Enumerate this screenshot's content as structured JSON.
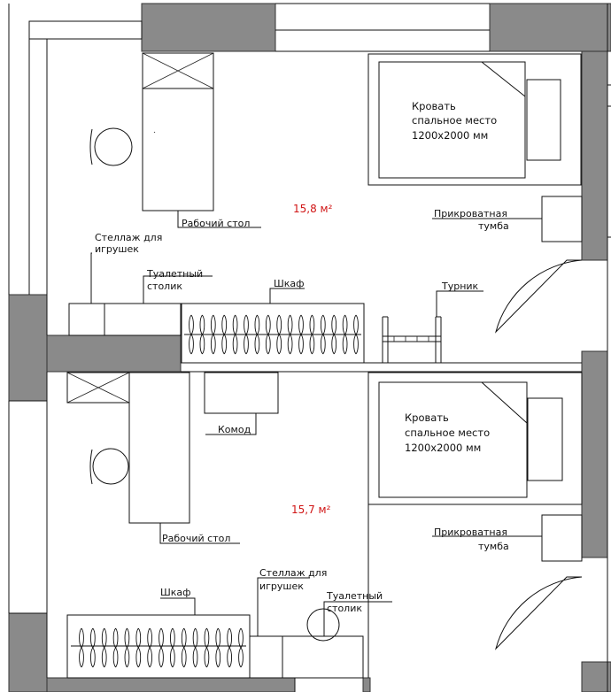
{
  "rooms": {
    "upper": {
      "area": "15,8 м²",
      "bed": [
        "Кровать",
        "спальное место",
        "1200х2000 мм"
      ],
      "desk": "Рабочий стол",
      "toy_shelf": [
        "Стеллаж для",
        "игрушек"
      ],
      "dressing_table": [
        "Туалетный",
        "столик"
      ],
      "wardrobe": "Шкаф",
      "bedside": [
        "Прикроватная",
        "тумба"
      ],
      "bar": "Турник"
    },
    "lower": {
      "area": "15,7 м²",
      "bed": [
        "Кровать",
        "спальное место",
        "1200х2000 мм"
      ],
      "chest": "Комод",
      "desk": "Рабочий стол",
      "toy_shelf": [
        "Стеллаж для",
        "игрушек"
      ],
      "dressing_table": [
        "Туалетный",
        "столик"
      ],
      "wardrobe": "Шкаф",
      "bedside": [
        "Прикроватная",
        "тумба"
      ]
    }
  },
  "colors": {
    "wall": "#8a8a8a",
    "line": "#111111",
    "area_text": "#d01515"
  }
}
